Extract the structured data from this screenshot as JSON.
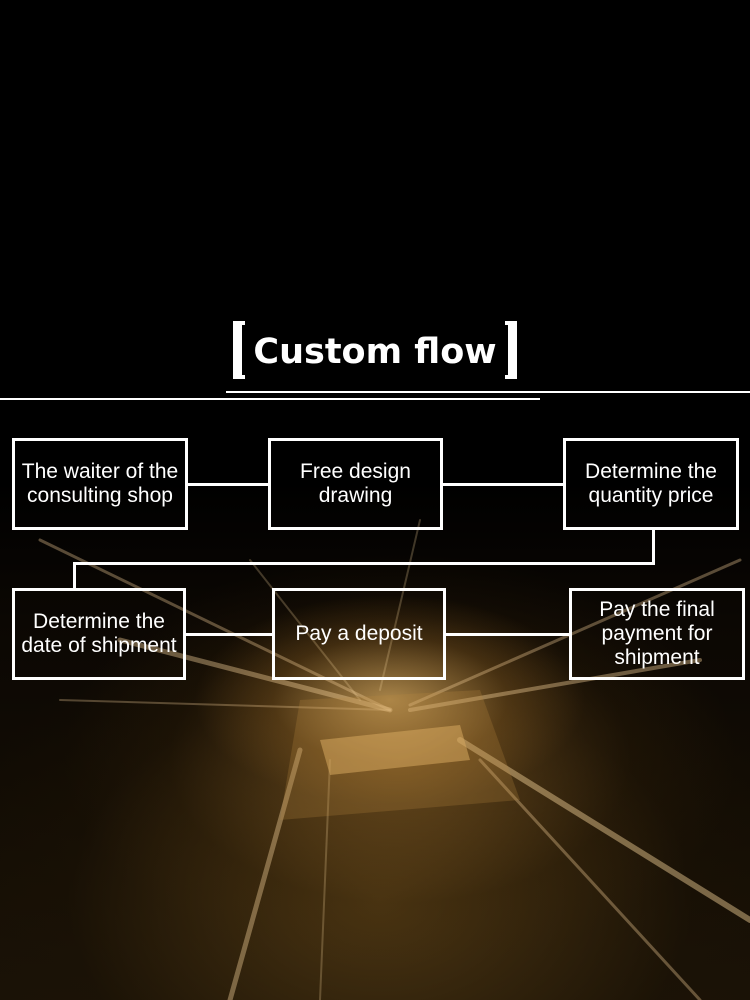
{
  "title": "Custom flow",
  "steps": [
    {
      "label": "The waiter of the consulting shop"
    },
    {
      "label": "Free design drawing"
    },
    {
      "label": "Determine the quantity price"
    },
    {
      "label": "Determine the date of shipment"
    },
    {
      "label": "Pay a deposit"
    },
    {
      "label": "Pay the final payment for shipment"
    }
  ],
  "colors": {
    "background": "#000000",
    "foreground": "#ffffff",
    "glow": "#c8954a"
  }
}
